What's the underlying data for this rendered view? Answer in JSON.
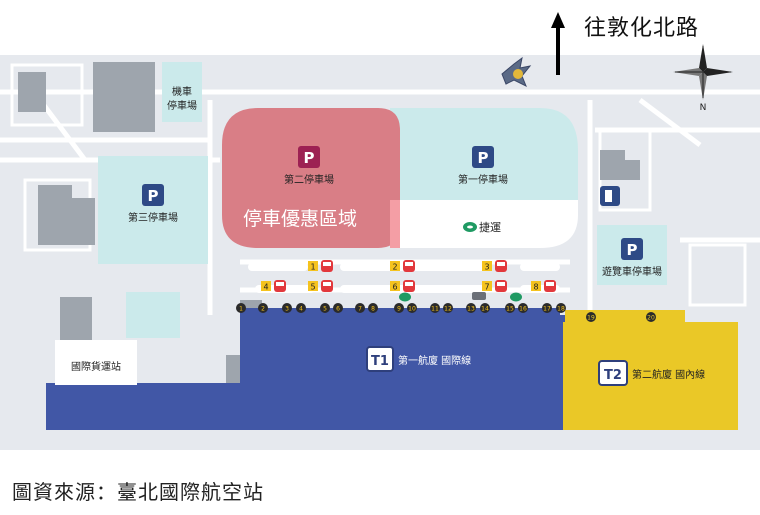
{
  "header": {
    "north_road": "往敦化北路",
    "compass_letter": "N"
  },
  "parking": {
    "motorcycle": "機車\n停車場",
    "p2": "第二停車場",
    "p1": "第一停車場",
    "p3": "第三停車場",
    "tour_bus": "遊覽車停車場",
    "p_symbol": "P"
  },
  "discount_zone": "停車優惠區域",
  "mrt_label": "捷運",
  "cargo_station": "國際貨運站",
  "terminals": {
    "t1_badge": "T1",
    "t1_name": "第一航廈 國際線",
    "t2_badge": "T2",
    "t2_name": "第二航廈 國內線"
  },
  "bus_stops": [
    "1",
    "2",
    "3",
    "4",
    "5",
    "6",
    "7",
    "8"
  ],
  "gates": [
    "1",
    "2",
    "3",
    "4",
    "5",
    "6",
    "7",
    "8",
    "9",
    "10",
    "11",
    "12",
    "13",
    "14",
    "15",
    "16",
    "17",
    "18",
    "19",
    "20"
  ],
  "source": "圖資來源：臺北國際航空站",
  "colors": {
    "bg": "#e6e9ee",
    "building": "#9ea5ad",
    "teal_lot": "#cbeaeb",
    "p2_zone": "#d97e86",
    "t1_blue": "#4157a6",
    "t2_yellow": "#eac827",
    "bus_red": "#e2383c",
    "stop_yellow": "#f5c31e"
  }
}
